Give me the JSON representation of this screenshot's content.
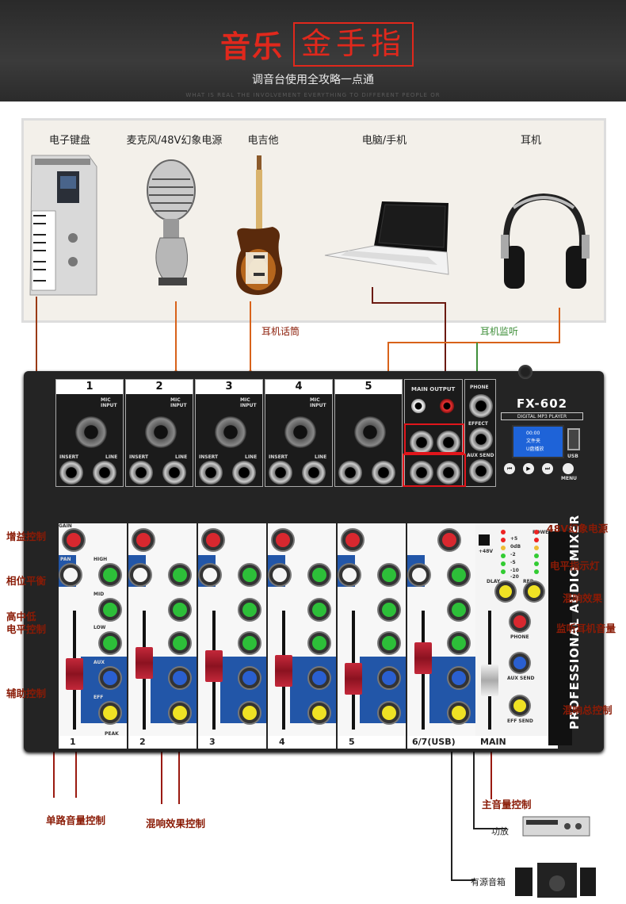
{
  "header": {
    "brand": "音乐",
    "brand_boxed": "金手指",
    "subtitle": "调音台使用全攻略一点通",
    "tagline": "WHAT IS REAL THE INVOLVEMENT EVERYTHING TO DIFFERENT PEOPLE OR"
  },
  "devices": [
    {
      "label": "电子键盘",
      "icon": "keyboard-icon"
    },
    {
      "label": "麦克风/48V幻象电源",
      "icon": "microphone-icon"
    },
    {
      "label": "电吉他",
      "icon": "guitar-icon"
    },
    {
      "label": "电脑/手机",
      "icon": "laptop-icon"
    },
    {
      "label": "耳机",
      "icon": "headphones-icon"
    }
  ],
  "connections": {
    "mic_cable": "耳机话筒",
    "headphone_monitor": "耳机监听"
  },
  "mixer": {
    "model": "FX-602",
    "player": "DIGITAL MP3 PLAYER",
    "brand_vertical": "PROFESSIONAL AUDIO MIXER",
    "channels": [
      "1",
      "2",
      "3",
      "4",
      "5"
    ],
    "input_labels": {
      "mic": "MIC INPUT",
      "insert": "INSERT",
      "line": "LINE"
    },
    "main_output": "MAIN OUTPUT",
    "phone": "PHONE",
    "effect": "EFFECT",
    "aux_send": "AUX SEND",
    "usb": "USB",
    "menu": "MENU",
    "lcd_lines": [
      "00:00",
      "文件夹",
      "U盘播放"
    ],
    "strip_labels": [
      "1",
      "2",
      "3",
      "4",
      "5",
      "6/7(USB)",
      "MAIN"
    ],
    "knob_labels": {
      "gain": "GAIN",
      "pan": "PAN",
      "high": "HIGH",
      "mid": "MID",
      "low": "LOW",
      "aux": "AUX",
      "eff": "EFF",
      "peak": "PEAK"
    },
    "master_labels": {
      "power": "POWER",
      "phantom": "+48V",
      "delay": "DLAY",
      "repeat": "REP",
      "phone": "PHONE",
      "aux_send": "AUX SEND",
      "eff_send": "EFF SEND"
    },
    "meter_labels": [
      "+5",
      "0dB",
      "-2",
      "-5",
      "-10",
      "-20"
    ]
  },
  "annotations": {
    "gain": "增益控制",
    "pan": "相位平衡",
    "eq": "高中低\n电平控制",
    "aux": "辅助控制",
    "phantom": "48V幻象电源",
    "level_led": "电平指示灯",
    "reverb": "混响效果",
    "phones_vol": "监听耳机音量",
    "reverb_master": "混响总控制",
    "channel_vol": "单路音量控制",
    "reverb_ctrl": "混响效果控制",
    "master_vol": "主音量控制",
    "amp": "功放",
    "speaker": "有源音箱"
  },
  "colors": {
    "accent": "#e0281c",
    "annotation": "#8a1b06",
    "wire_orange": "#d8621a",
    "wire_green": "#3f8f3a",
    "strip_blue": "#2256a8"
  }
}
